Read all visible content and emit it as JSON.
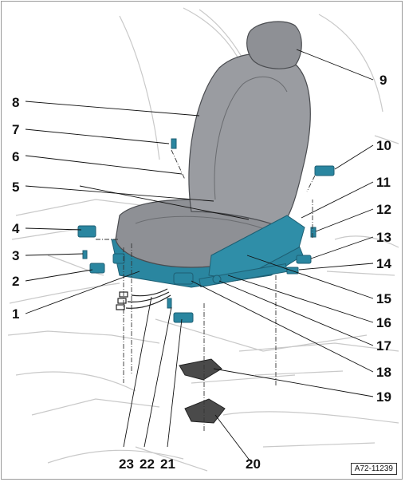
{
  "figure_ref": "A72-11239",
  "callouts": {
    "n1": "1",
    "n2": "2",
    "n3": "3",
    "n4": "4",
    "n5": "5",
    "n6": "6",
    "n7": "7",
    "n8": "8",
    "n9": "9",
    "n10": "10",
    "n11": "11",
    "n12": "12",
    "n13": "13",
    "n14": "14",
    "n15": "15",
    "n16": "16",
    "n17": "17",
    "n18": "18",
    "n19": "19",
    "n20": "20",
    "n21": "21",
    "n22": "22",
    "n23": "23"
  },
  "colors": {
    "line_art": "#c8c8c8",
    "seat_gray": "#8e9095",
    "seat_dark": "#5d6066",
    "part_teal": "#2a86a0",
    "floor_dark": "#4a4a4a"
  }
}
